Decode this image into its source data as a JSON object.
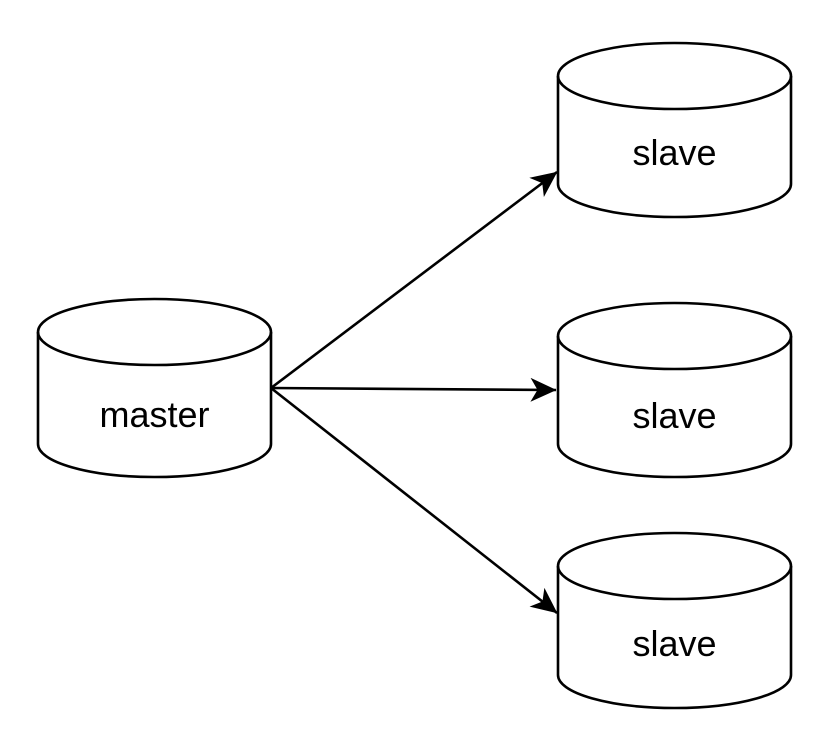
{
  "diagram": {
    "type": "database-replication",
    "background_color": "#ffffff",
    "shape_fill_color": "#ffffff",
    "stroke_color": "#000000",
    "text_color": "#000000",
    "nodes": [
      {
        "id": "master",
        "label": "master",
        "shape": "cylinder"
      },
      {
        "id": "slave-1",
        "label": "slave",
        "shape": "cylinder"
      },
      {
        "id": "slave-2",
        "label": "slave",
        "shape": "cylinder"
      },
      {
        "id": "slave-3",
        "label": "slave",
        "shape": "cylinder"
      }
    ],
    "edges": [
      {
        "from": "master",
        "to": "slave-1",
        "style": "solid",
        "arrowhead": "filled-triangle"
      },
      {
        "from": "master",
        "to": "slave-2",
        "style": "solid",
        "arrowhead": "filled-triangle"
      },
      {
        "from": "master",
        "to": "slave-3",
        "style": "solid",
        "arrowhead": "filled-triangle"
      }
    ]
  }
}
